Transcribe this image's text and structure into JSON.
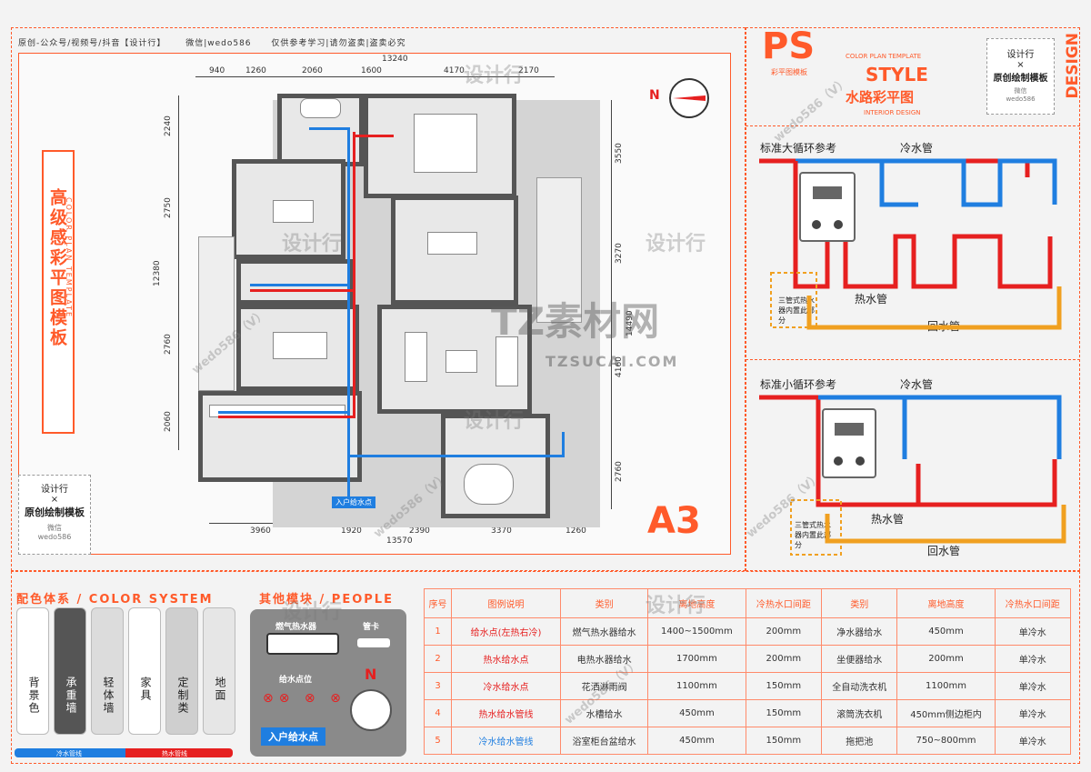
{
  "header": {
    "items": [
      "原创-公众号/视频号/抖音【设计行】",
      "微信|wedo586",
      "仅供参考学习|请勿盗卖|盗卖必究"
    ]
  },
  "plan": {
    "top_dims": [
      "940",
      "1260",
      "2060",
      "1600",
      "4170",
      "2170"
    ],
    "top_total": "13240",
    "bottom_dims": [
      "3960",
      "1920",
      "2390",
      "3370",
      "1260"
    ],
    "bottom_total": "13570",
    "left_dims": [
      "2240",
      "2750",
      "2760",
      "2060"
    ],
    "left_total": "12380",
    "right_dims": [
      "3550",
      "3270",
      "4160",
      "2760"
    ],
    "right_total": "14490",
    "north": "N",
    "entry_label": "入户给水点",
    "size_label": "A3",
    "vertical_title": "高级感彩平图模板",
    "vertical_subtitle": "COLOR PLAN TEMPLATE"
  },
  "badge": {
    "line1": "设计行",
    "x": "×",
    "line2": "原创绘制模板",
    "wechat_label": "微信",
    "wechat_id": "wedo586"
  },
  "title_block": {
    "ps": "PS",
    "color_plan": "COLOR PLAN TEMPLATE",
    "sub": "彩平图模板",
    "style": "STYLE",
    "main": "水路彩平图",
    "interior": "INTERIOR DESIGN",
    "design": "DESIGN"
  },
  "big_loop": {
    "title": "标准大循环参考",
    "cold": "冷水管",
    "hot": "热水管",
    "return": "回水管",
    "note": "三管式热水器内置此部分"
  },
  "small_loop": {
    "title": "标准小循环参考",
    "cold": "冷水管",
    "hot": "热水管",
    "return": "回水管",
    "note": "三管式热水器内置此部分"
  },
  "color_system": {
    "title": "配色体系 / COLOR SYSTEM",
    "swatches": [
      {
        "label": "背景色",
        "color": "#ffffff"
      },
      {
        "label": "承重墙",
        "color": "#555555"
      },
      {
        "label": "轻体墙",
        "color": "#dcdcdc"
      },
      {
        "label": "家具",
        "color": "#ffffff"
      },
      {
        "label": "定制类",
        "color": "#cfcfcf"
      },
      {
        "label": "地面",
        "color": "#e6e6e6"
      }
    ],
    "cold_bar": "冷水管线",
    "hot_bar": "热水管线"
  },
  "people": {
    "title": "其他模块 / PEOPLE",
    "heater": "燃气热水器",
    "card": "管卡",
    "supply": "给水点位",
    "north": "N",
    "entry": "入户给水点"
  },
  "legend_table": {
    "headers": [
      "序号",
      "图例说明",
      "类别",
      "离地高度",
      "冷热水口间距",
      "类别",
      "离地高度",
      "冷热水口间距"
    ],
    "rows": [
      [
        "1",
        "给水点(左热右冷)",
        "燃气热水器给水",
        "1400~1500mm",
        "200mm",
        "净水器给水",
        "450mm",
        "单冷水"
      ],
      [
        "2",
        "热水给水点",
        "电热水器给水",
        "1700mm",
        "200mm",
        "坐便器给水",
        "200mm",
        "单冷水"
      ],
      [
        "3",
        "冷水给水点",
        "花洒淋雨阀",
        "1100mm",
        "150mm",
        "全自动洗衣机",
        "1100mm",
        "单冷水"
      ],
      [
        "4",
        "热水给水管线",
        "水槽给水",
        "450mm",
        "150mm",
        "滚筒洗衣机",
        "450mm侧边柜内",
        "单冷水"
      ],
      [
        "5",
        "冷水给水管线",
        "浴室柜台盆给水",
        "450mm",
        "150mm",
        "拖把池",
        "750~800mm",
        "单冷水"
      ]
    ]
  },
  "watermarks": {
    "brand": "设计行",
    "site_cn": "TZ素材网",
    "site_en": "TZSUCAI.COM",
    "wedo": "wedo586（V）"
  },
  "colors": {
    "accent": "#ff5a2a",
    "hot": "#e62020",
    "cold": "#1f7ee0",
    "return": "#f0a020",
    "wall": "#555555"
  }
}
